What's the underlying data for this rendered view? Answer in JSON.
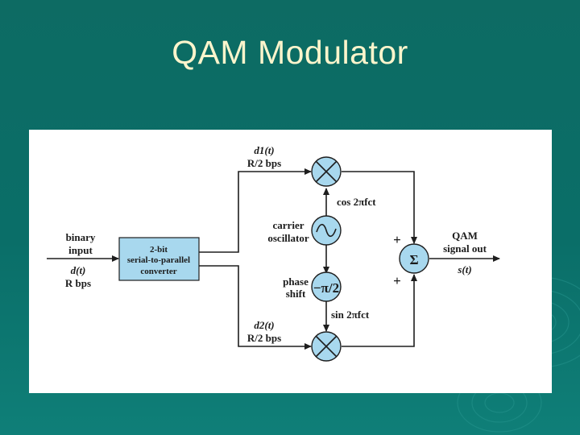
{
  "slide": {
    "title": "QAM Modulator",
    "accent_color": "#0d6b63",
    "title_color": "#fcf5cc"
  },
  "diagram": {
    "input_label_1": "binary",
    "input_label_2": "input",
    "input_signal": "d(t)",
    "input_rate": "R bps",
    "converter_line_1": "2-bit",
    "converter_line_2": "serial-to-parallel",
    "converter_line_3": "converter",
    "converter_fill": "#a8d8ee",
    "top_signal": "d1(t)",
    "top_rate": "R/2 bps",
    "bottom_signal": "d2(t)",
    "bottom_rate": "R/2 bps",
    "carrier_line_1": "carrier",
    "carrier_line_2": "oscillator",
    "phase_line_1": "phase",
    "phase_line_2": "shift",
    "phase_value": "−π/2",
    "cos_label": "cos 2πfct",
    "sin_label": "sin 2πfct",
    "plus_top": "+",
    "plus_bottom": "+",
    "sum_symbol": "Σ",
    "output_line_1": "QAM",
    "output_line_2": "signal out",
    "output_signal": "s(t)",
    "block_fill": "#a8d8ee",
    "line_color": "#1e1e1e"
  }
}
